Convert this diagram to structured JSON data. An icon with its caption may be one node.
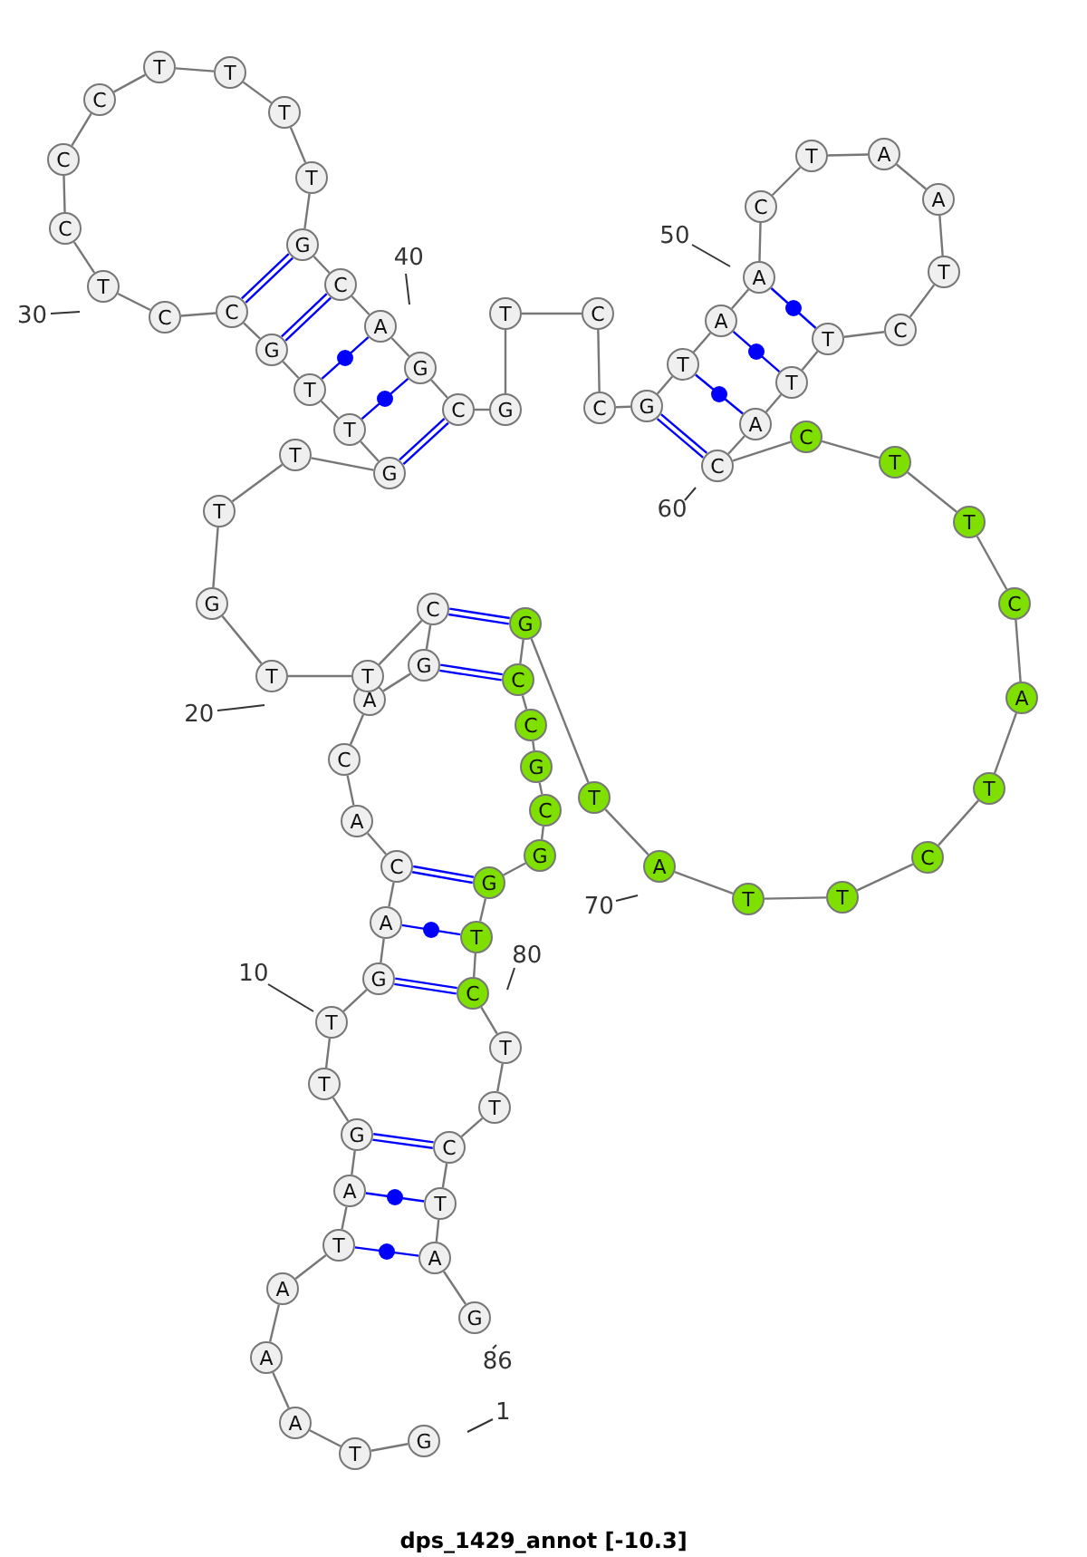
{
  "diagram": {
    "caption": "dps_1429_annot [-10.3]",
    "nodes": [
      {
        "text": [
          "G"
        ],
        "beside": [
          "1"
        ]
      },
      {
        "text": [
          "T"
        ]
      },
      {
        "text": [
          "A"
        ]
      },
      {
        "text": [
          "A"
        ]
      },
      {
        "text": [
          "A"
        ]
      },
      {
        "text": [
          "T"
        ]
      },
      {
        "text": [
          "A"
        ]
      },
      {
        "text": [
          "G"
        ]
      },
      {
        "text": [
          "T"
        ]
      },
      {
        "text": [
          "T"
        ],
        "beside": [
          "10"
        ]
      },
      {
        "text": [
          "G"
        ]
      },
      {
        "text": [
          "A"
        ]
      },
      {
        "text": [
          "C"
        ]
      },
      {
        "text": [
          "A"
        ]
      },
      {
        "text": [
          "C"
        ]
      },
      {
        "text": [
          "A"
        ]
      },
      {
        "text": [
          "G"
        ]
      },
      {
        "text": [
          "C"
        ]
      },
      {
        "text": [
          "T"
        ]
      },
      {
        "text": [
          "T"
        ],
        "beside": [
          "20"
        ]
      },
      {
        "text": [
          "G"
        ]
      },
      {
        "text": [
          "T"
        ]
      },
      {
        "text": [
          "T"
        ]
      },
      {
        "text": [
          "G"
        ]
      },
      {
        "text": [
          "T"
        ]
      },
      {
        "text": [
          "T"
        ]
      },
      {
        "text": [
          "G"
        ]
      },
      {
        "text": [
          "C"
        ]
      },
      {
        "text": [
          "C"
        ]
      },
      {
        "text": [
          "T"
        ],
        "beside": [
          "30"
        ]
      },
      {
        "text": [
          "C"
        ]
      },
      {
        "text": [
          "C"
        ]
      },
      {
        "text": [
          "C"
        ]
      },
      {
        "text": [
          "T"
        ]
      },
      {
        "text": [
          "T"
        ]
      },
      {
        "text": [
          "T"
        ]
      },
      {
        "text": [
          "T"
        ]
      },
      {
        "text": [
          "G"
        ]
      },
      {
        "text": [
          "C"
        ]
      },
      {
        "text": [
          "A"
        ],
        "beside": [
          "40"
        ]
      },
      {
        "text": [
          "G"
        ]
      },
      {
        "text": [
          "C"
        ]
      },
      {
        "text": [
          "G"
        ]
      },
      {
        "text": [
          "T"
        ]
      },
      {
        "text": [
          "C"
        ]
      },
      {
        "text": [
          "C"
        ]
      },
      {
        "text": [
          "G"
        ]
      },
      {
        "text": [
          "T"
        ]
      },
      {
        "text": [
          "A"
        ]
      },
      {
        "text": [
          "A"
        ],
        "beside": [
          "50"
        ]
      },
      {
        "text": [
          "C"
        ]
      },
      {
        "text": [
          "T"
        ]
      },
      {
        "text": [
          "A"
        ]
      },
      {
        "text": [
          "A"
        ]
      },
      {
        "text": [
          "T"
        ]
      },
      {
        "text": [
          "C"
        ]
      },
      {
        "text": [
          "T"
        ]
      },
      {
        "text": [
          "T"
        ]
      },
      {
        "text": [
          "A"
        ]
      },
      {
        "text": [
          "C"
        ],
        "beside": [
          "60"
        ]
      },
      {
        "text": [
          "C"
        ]
      },
      {
        "text": [
          "T"
        ]
      },
      {
        "text": [
          "T"
        ]
      },
      {
        "text": [
          "C"
        ]
      },
      {
        "text": [
          "A"
        ]
      },
      {
        "text": [
          "T"
        ]
      },
      {
        "text": [
          "C"
        ]
      },
      {
        "text": [
          "T"
        ]
      },
      {
        "text": [
          "T"
        ]
      },
      {
        "text": [
          "A"
        ],
        "beside": [
          "70"
        ]
      },
      {
        "text": [
          "T"
        ]
      },
      {
        "text": [
          "G"
        ]
      },
      {
        "text": [
          "C"
        ]
      },
      {
        "text": [
          "C"
        ]
      },
      {
        "text": [
          "G"
        ]
      },
      {
        "text": [
          "C"
        ]
      },
      {
        "text": [
          "G"
        ]
      },
      {
        "text": [
          "G"
        ]
      },
      {
        "text": [
          "T"
        ]
      },
      {
        "text": [
          "C"
        ],
        "beside": [
          "80"
        ]
      },
      {
        "text": [
          "T"
        ]
      },
      {
        "text": [
          "T"
        ]
      },
      {
        "text": [
          "C"
        ]
      },
      {
        "text": [
          "T"
        ]
      },
      {
        "text": [
          "A"
        ]
      },
      {
        "text": [
          "G"
        ],
        "beside": [
          "86"
        ]
      }
    ],
    "edges": [
      {
        "from": 0,
        "to": 1,
        "arrow": "none"
      },
      {
        "from": 1,
        "to": 2,
        "arrow": "none"
      },
      {
        "from": 2,
        "to": 3,
        "arrow": "none"
      },
      {
        "from": 3,
        "to": 4,
        "arrow": "none"
      },
      {
        "from": 4,
        "to": 5,
        "arrow": "none"
      },
      {
        "from": 5,
        "to": 6,
        "arrow": "none"
      },
      {
        "from": 6,
        "to": 7,
        "arrow": "none"
      },
      {
        "from": 7,
        "to": 8,
        "arrow": "none"
      },
      {
        "from": 8,
        "to": 9,
        "arrow": "none"
      },
      {
        "from": 9,
        "to": 10,
        "arrow": "none"
      },
      {
        "from": 10,
        "to": 11,
        "arrow": "none"
      },
      {
        "from": 11,
        "to": 12,
        "arrow": "none"
      },
      {
        "from": 12,
        "to": 13,
        "arrow": "none"
      },
      {
        "from": 13,
        "to": 14,
        "arrow": "none"
      },
      {
        "from": 14,
        "to": 15,
        "arrow": "none"
      },
      {
        "from": 15,
        "to": 16,
        "arrow": "none"
      },
      {
        "from": 16,
        "to": 17,
        "arrow": "none"
      },
      {
        "from": 17,
        "to": 18,
        "arrow": "none"
      },
      {
        "from": 18,
        "to": 19,
        "arrow": "none"
      },
      {
        "from": 19,
        "to": 20,
        "arrow": "none"
      },
      {
        "from": 20,
        "to": 21,
        "arrow": "none"
      },
      {
        "from": 21,
        "to": 22,
        "arrow": "none"
      },
      {
        "from": 22,
        "to": 23,
        "arrow": "none"
      },
      {
        "from": 23,
        "to": 24,
        "arrow": "none"
      },
      {
        "from": 24,
        "to": 25,
        "arrow": "none"
      },
      {
        "from": 25,
        "to": 26,
        "arrow": "none"
      },
      {
        "from": 26,
        "to": 27,
        "arrow": "none"
      },
      {
        "from": 27,
        "to": 28,
        "arrow": "none"
      },
      {
        "from": 28,
        "to": 29,
        "arrow": "none"
      },
      {
        "from": 29,
        "to": 30,
        "arrow": "none"
      },
      {
        "from": 30,
        "to": 31,
        "arrow": "none"
      },
      {
        "from": 31,
        "to": 32,
        "arrow": "none"
      },
      {
        "from": 32,
        "to": 33,
        "arrow": "none"
      },
      {
        "from": 33,
        "to": 34,
        "arrow": "none"
      },
      {
        "from": 34,
        "to": 35,
        "arrow": "none"
      },
      {
        "from": 35,
        "to": 36,
        "arrow": "none"
      },
      {
        "from": 36,
        "to": 37,
        "arrow": "none"
      },
      {
        "from": 37,
        "to": 38,
        "arrow": "none"
      },
      {
        "from": 38,
        "to": 39,
        "arrow": "none"
      },
      {
        "from": 39,
        "to": 40,
        "arrow": "none"
      },
      {
        "from": 40,
        "to": 41,
        "arrow": "none"
      },
      {
        "from": 41,
        "to": 42,
        "arrow": "none"
      },
      {
        "from": 42,
        "to": 43,
        "arrow": "none"
      },
      {
        "from": 43,
        "to": 44,
        "arrow": "none"
      },
      {
        "from": 44,
        "to": 45,
        "arrow": "none"
      },
      {
        "from": 45,
        "to": 46,
        "arrow": "none"
      },
      {
        "from": 46,
        "to": 47,
        "arrow": "none"
      },
      {
        "from": 47,
        "to": 48,
        "arrow": "none"
      },
      {
        "from": 48,
        "to": 49,
        "arrow": "none"
      },
      {
        "from": 49,
        "to": 50,
        "arrow": "none"
      },
      {
        "from": 50,
        "to": 51,
        "arrow": "none"
      },
      {
        "from": 51,
        "to": 52,
        "arrow": "none"
      },
      {
        "from": 52,
        "to": 53,
        "arrow": "none"
      },
      {
        "from": 53,
        "to": 54,
        "arrow": "none"
      },
      {
        "from": 54,
        "to": 55,
        "arrow": "none"
      },
      {
        "from": 55,
        "to": 56,
        "arrow": "none"
      },
      {
        "from": 56,
        "to": 57,
        "arrow": "none"
      },
      {
        "from": 57,
        "to": 58,
        "arrow": "none"
      },
      {
        "from": 58,
        "to": 59,
        "arrow": "none"
      },
      {
        "from": 59,
        "to": 60,
        "arrow": "none"
      },
      {
        "from": 60,
        "to": 61,
        "arrow": "none"
      },
      {
        "from": 61,
        "to": 62,
        "arrow": "none"
      },
      {
        "from": 62,
        "to": 63,
        "arrow": "none"
      },
      {
        "from": 63,
        "to": 64,
        "arrow": "none"
      },
      {
        "from": 64,
        "to": 65,
        "arrow": "none"
      },
      {
        "from": 65,
        "to": 66,
        "arrow": "none"
      },
      {
        "from": 66,
        "to": 67,
        "arrow": "none"
      },
      {
        "from": 67,
        "to": 68,
        "arrow": "none"
      },
      {
        "from": 68,
        "to": 69,
        "arrow": "none"
      },
      {
        "from": 69,
        "to": 70,
        "arrow": "none"
      },
      {
        "from": 70,
        "to": 71,
        "arrow": "none"
      },
      {
        "from": 71,
        "to": 72,
        "arrow": "none"
      },
      {
        "from": 72,
        "to": 73,
        "arrow": "none"
      },
      {
        "from": 73,
        "to": 74,
        "arrow": "none"
      },
      {
        "from": 74,
        "to": 75,
        "arrow": "none"
      },
      {
        "from": 75,
        "to": 76,
        "arrow": "none"
      },
      {
        "from": 76,
        "to": 77,
        "arrow": "none"
      },
      {
        "from": 77,
        "to": 78,
        "arrow": "none"
      },
      {
        "from": 78,
        "to": 79,
        "arrow": "none"
      },
      {
        "from": 79,
        "to": 80,
        "arrow": "none"
      },
      {
        "from": 80,
        "to": 81,
        "arrow": "none"
      },
      {
        "from": 81,
        "to": 82,
        "arrow": "none"
      },
      {
        "from": 82,
        "to": 83,
        "arrow": "none"
      },
      {
        "from": 83,
        "to": 84,
        "arrow": "none"
      },
      {
        "from": 84,
        "to": 85,
        "arrow": "none"
      },
      {
        "from": 5,
        "to": 84,
        "arrow": "none",
        "color": "#0000ff"
      },
      {
        "from": 6,
        "to": 83,
        "arrow": "none",
        "color": "#0000ff"
      },
      {
        "from": 7,
        "to": 82,
        "arrow": "none",
        "color": "#0000ff"
      },
      {
        "from": 10,
        "to": 79,
        "arrow": "none",
        "color": "#0000ff"
      },
      {
        "from": 11,
        "to": 78,
        "arrow": "none",
        "color": "#0000ff"
      },
      {
        "from": 12,
        "to": 77,
        "arrow": "none",
        "color": "#0000ff"
      },
      {
        "from": 16,
        "to": 72,
        "arrow": "none",
        "color": "#0000ff"
      },
      {
        "from": 17,
        "to": 71,
        "arrow": "none",
        "color": "#0000ff"
      },
      {
        "from": 23,
        "to": 41,
        "arrow": "none",
        "color": "#0000ff"
      },
      {
        "from": 24,
        "to": 40,
        "arrow": "none",
        "color": "#0000ff"
      },
      {
        "from": 25,
        "to": 39,
        "arrow": "none",
        "color": "#0000ff"
      },
      {
        "from": 26,
        "to": 38,
        "arrow": "none",
        "color": "#0000ff"
      },
      {
        "from": 27,
        "to": 37,
        "arrow": "none",
        "color": "#0000ff"
      },
      {
        "from": 46,
        "to": 59,
        "arrow": "none",
        "color": "#0000ff"
      },
      {
        "from": 47,
        "to": 58,
        "arrow": "none",
        "color": "#0000ff"
      },
      {
        "from": 48,
        "to": 57,
        "arrow": "none",
        "color": "#0000ff"
      },
      {
        "from": 49,
        "to": 56,
        "arrow": "none",
        "color": "#0000ff"
      }
    ]
  }
}
